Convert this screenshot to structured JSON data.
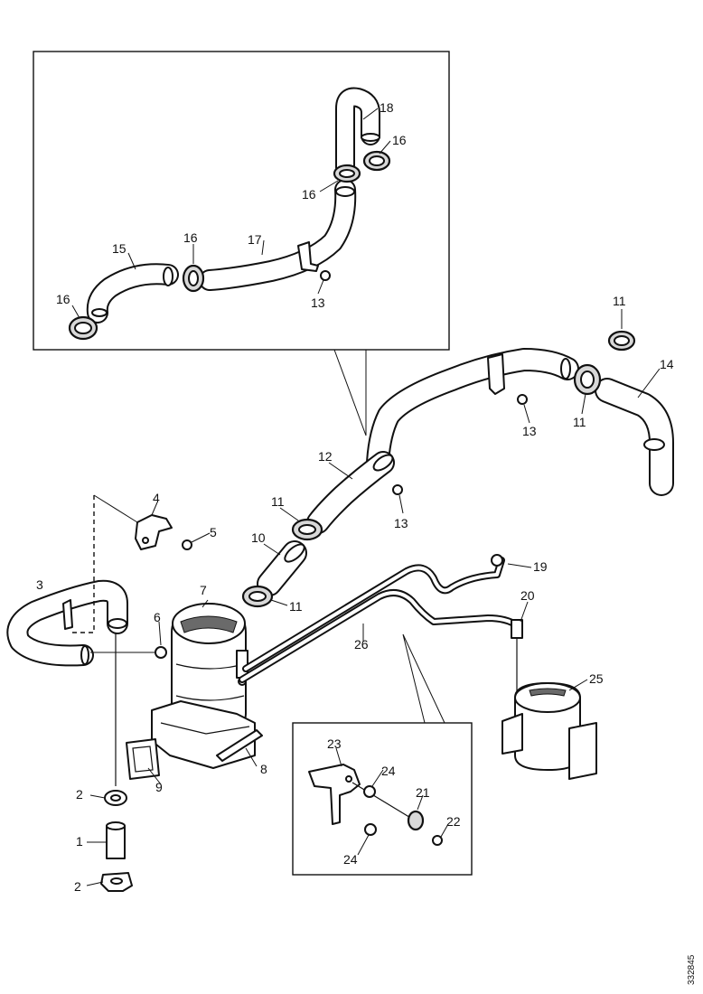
{
  "labels": {
    "l1": "1",
    "l2a": "2",
    "l2b": "2",
    "l3": "3",
    "l4": "4",
    "l5": "5",
    "l6": "6",
    "l7": "7",
    "l8": "8",
    "l9": "9",
    "l10": "10",
    "l11a": "11",
    "l11b": "11",
    "l11c": "11",
    "l11d": "11",
    "l12": "12",
    "l13a": "13",
    "l13b": "13",
    "l13c": "13",
    "l14": "14",
    "l15": "15",
    "l16a": "16",
    "l16b": "16",
    "l16c": "16",
    "l16d": "16",
    "l17": "17",
    "l18": "18",
    "l19": "19",
    "l20": "20",
    "l21": "21",
    "l22": "22",
    "l23": "23",
    "l24a": "24",
    "l24b": "24",
    "l25": "25",
    "l26": "26"
  },
  "reference_number": "332845"
}
